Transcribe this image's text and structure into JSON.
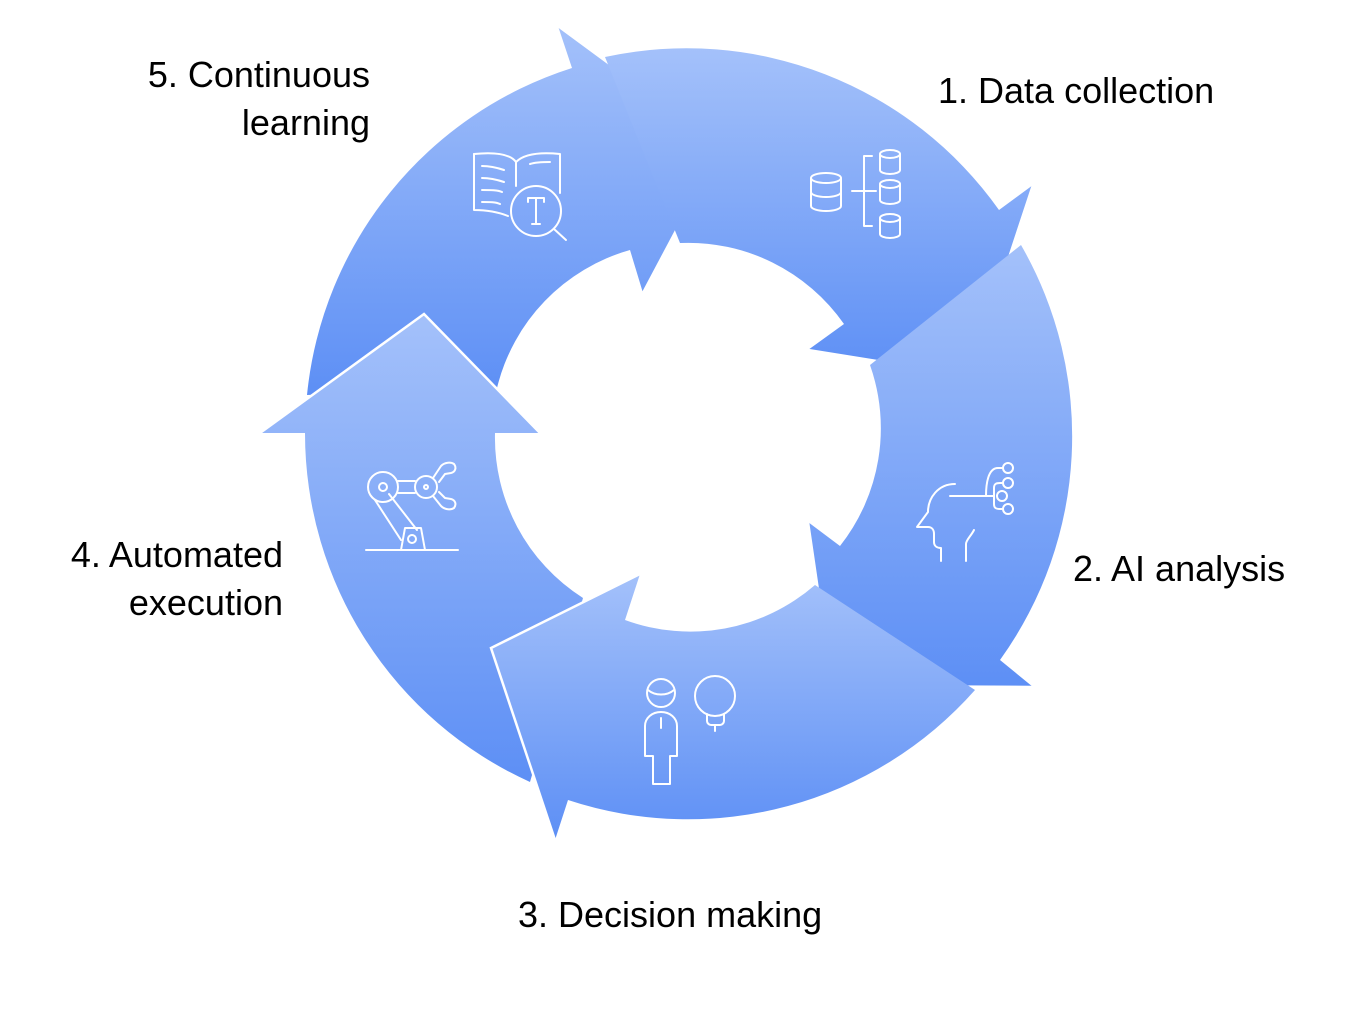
{
  "diagram": {
    "type": "cycle",
    "title": "",
    "colors": {
      "gradient_light": "#A4C1FA",
      "gradient_dark": "#5D8FF5",
      "icon_stroke": "#ffffff",
      "outline": "#ffffff",
      "label_text": "#000000",
      "background": "#ffffff"
    },
    "steps": [
      {
        "number": 1,
        "label_lines": [
          "1. Data collection"
        ],
        "icon": "database-hierarchy-icon"
      },
      {
        "number": 2,
        "label_lines": [
          "2. AI analysis"
        ],
        "icon": "ai-head-network-icon"
      },
      {
        "number": 3,
        "label_lines": [
          "3. Decision making"
        ],
        "icon": "person-lightbulb-icon"
      },
      {
        "number": 4,
        "label_lines": [
          "4. Automated",
          "execution"
        ],
        "icon": "robotic-arm-icon"
      },
      {
        "number": 5,
        "label_lines": [
          "5. Continuous",
          "learning"
        ],
        "icon": "book-search-icon"
      }
    ]
  }
}
